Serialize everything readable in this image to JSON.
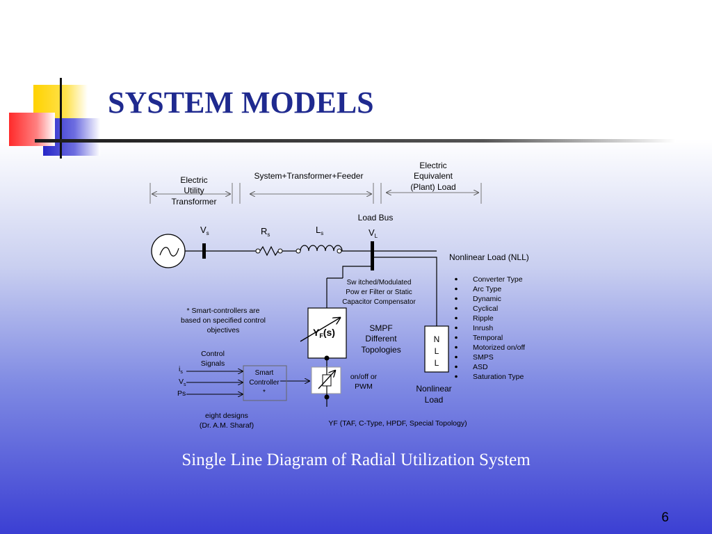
{
  "slide": {
    "title": "SYSTEM MODELS",
    "caption": "Single Line Diagram of Radial Utilization System",
    "page_number": "6"
  },
  "diagram": {
    "sections": {
      "utility_transformer": [
        "Electric",
        "Utility",
        "Transformer"
      ],
      "feeder": "System+Transformer+Feeder",
      "plant_load": [
        "Electric",
        "Equivalent",
        "(Plant) Load"
      ]
    },
    "load_bus": "Load Bus",
    "vs": {
      "main": "V",
      "sub": "s"
    },
    "rs": {
      "main": "R",
      "sub": "s"
    },
    "ls": {
      "main": "L",
      "sub": "s"
    },
    "vl": {
      "main": "V",
      "sub": "L"
    },
    "nll_title": "Nonlinear Load (NLL)",
    "nll_types": [
      "Converter Type",
      "Arc Type",
      "Dynamic",
      "Cyclical",
      "Ripple",
      "Inrush",
      "Temporal",
      "Motorized on/off",
      "SMPS",
      "ASD",
      "Saturation Type"
    ],
    "compensator": [
      "Sw itched/Modulated",
      "Pow er Filter or Static",
      "Capacitor Compensator"
    ],
    "smart_note": [
      "* Smart-controllers are",
      "based on specified control",
      "objectives"
    ],
    "yf": {
      "main": "Y",
      "sub": "F",
      "tail": "(s)"
    },
    "smpf": [
      "SMPF",
      "Different",
      "Topologies"
    ],
    "nll_box": [
      "N",
      "L",
      "L"
    ],
    "nonlinear_load": [
      "Nonlinear",
      "Load"
    ],
    "control_signals": [
      "Control",
      "Signals"
    ],
    "is": {
      "main": "i",
      "sub": "s"
    },
    "vs_sig": {
      "main": "V",
      "sub": "s"
    },
    "ps": "Ps",
    "smart_controller": [
      "Smart",
      "Controller",
      "*"
    ],
    "onoff": [
      "on/off or",
      "PWM"
    ],
    "eight_designs": [
      "eight  designs",
      "(Dr. A.M. Sharaf)"
    ],
    "yf_note": "YF (TAF, C-Type, HPDF, Special Topology)"
  },
  "colors": {
    "title": "#1f2a8f",
    "yellow_block": "#ffd200",
    "red_block": "#ff3838",
    "blue_block": "#2a2acc"
  }
}
